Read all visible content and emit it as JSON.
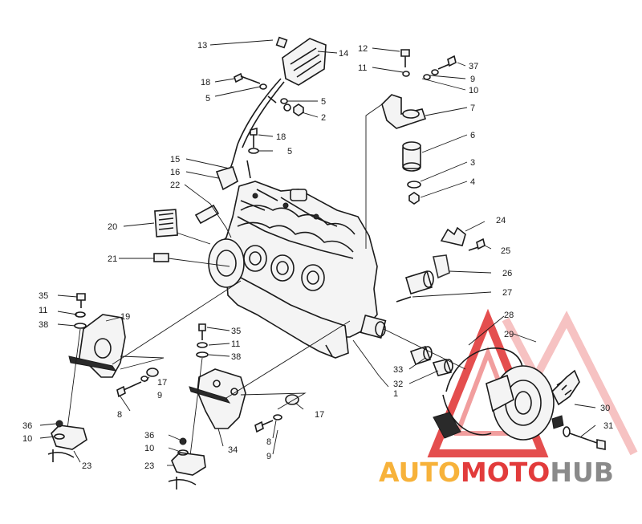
{
  "callouts": [
    {
      "id": "c13",
      "text": "13"
    },
    {
      "id": "c14",
      "text": "14"
    },
    {
      "id": "c18a",
      "text": "18"
    },
    {
      "id": "c5a",
      "text": "5"
    },
    {
      "id": "c5b",
      "text": "5"
    },
    {
      "id": "c2",
      "text": "2"
    },
    {
      "id": "c18b",
      "text": "18"
    },
    {
      "id": "c5c",
      "text": "5"
    },
    {
      "id": "c15",
      "text": "15"
    },
    {
      "id": "c16",
      "text": "16"
    },
    {
      "id": "c22",
      "text": "22"
    },
    {
      "id": "c20",
      "text": "20"
    },
    {
      "id": "c21",
      "text": "21"
    },
    {
      "id": "c12",
      "text": "12"
    },
    {
      "id": "c11a",
      "text": "11"
    },
    {
      "id": "c37",
      "text": "37"
    },
    {
      "id": "c9a",
      "text": "9"
    },
    {
      "id": "c10a",
      "text": "10"
    },
    {
      "id": "c7",
      "text": "7"
    },
    {
      "id": "c6",
      "text": "6"
    },
    {
      "id": "c3",
      "text": "3"
    },
    {
      "id": "c4",
      "text": "4"
    },
    {
      "id": "c24",
      "text": "24"
    },
    {
      "id": "c25",
      "text": "25"
    },
    {
      "id": "c26",
      "text": "26"
    },
    {
      "id": "c27",
      "text": "27"
    },
    {
      "id": "c28",
      "text": "28"
    },
    {
      "id": "c29",
      "text": "29"
    },
    {
      "id": "c35a",
      "text": "35"
    },
    {
      "id": "c11b",
      "text": "11"
    },
    {
      "id": "c38a",
      "text": "38"
    },
    {
      "id": "c19",
      "text": "19"
    },
    {
      "id": "c17a",
      "text": "17"
    },
    {
      "id": "c9b",
      "text": "9"
    },
    {
      "id": "c8a",
      "text": "8"
    },
    {
      "id": "c35b",
      "text": "35"
    },
    {
      "id": "c11c",
      "text": "11"
    },
    {
      "id": "c38b",
      "text": "38"
    },
    {
      "id": "c33",
      "text": "33"
    },
    {
      "id": "c32",
      "text": "32"
    },
    {
      "id": "c1",
      "text": "1"
    },
    {
      "id": "c36a",
      "text": "36"
    },
    {
      "id": "c10b",
      "text": "10"
    },
    {
      "id": "c23a",
      "text": "23"
    },
    {
      "id": "c17b",
      "text": "17"
    },
    {
      "id": "c8b",
      "text": "8"
    },
    {
      "id": "c9c",
      "text": "9"
    },
    {
      "id": "c34",
      "text": "34"
    },
    {
      "id": "c36b",
      "text": "36"
    },
    {
      "id": "c10c",
      "text": "10"
    },
    {
      "id": "c23b",
      "text": "23"
    },
    {
      "id": "c30",
      "text": "30"
    },
    {
      "id": "c31",
      "text": "31"
    }
  ],
  "watermark": {
    "part1": "AUTO",
    "part2": "MOTO",
    "part3": "HUB",
    "color_orange": "#f7b23a",
    "color_red": "#e23b3b",
    "color_gray": "#8a8a8a"
  }
}
